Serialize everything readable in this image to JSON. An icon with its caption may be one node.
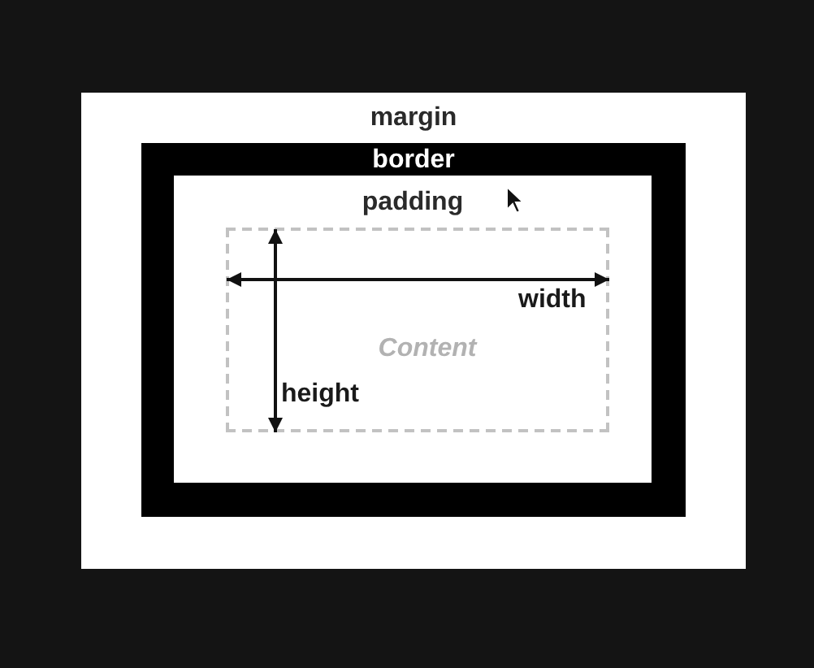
{
  "diagram": {
    "nodes": [
      {
        "text": [
          "margin"
        ]
      },
      {
        "text": [
          "border"
        ],
        "in": 0
      },
      {
        "text": [
          "padding"
        ],
        "in": 1
      },
      {
        "text": [
          "Content"
        ],
        "in": 2
      }
    ],
    "labels": [
      "width",
      "height"
    ]
  }
}
